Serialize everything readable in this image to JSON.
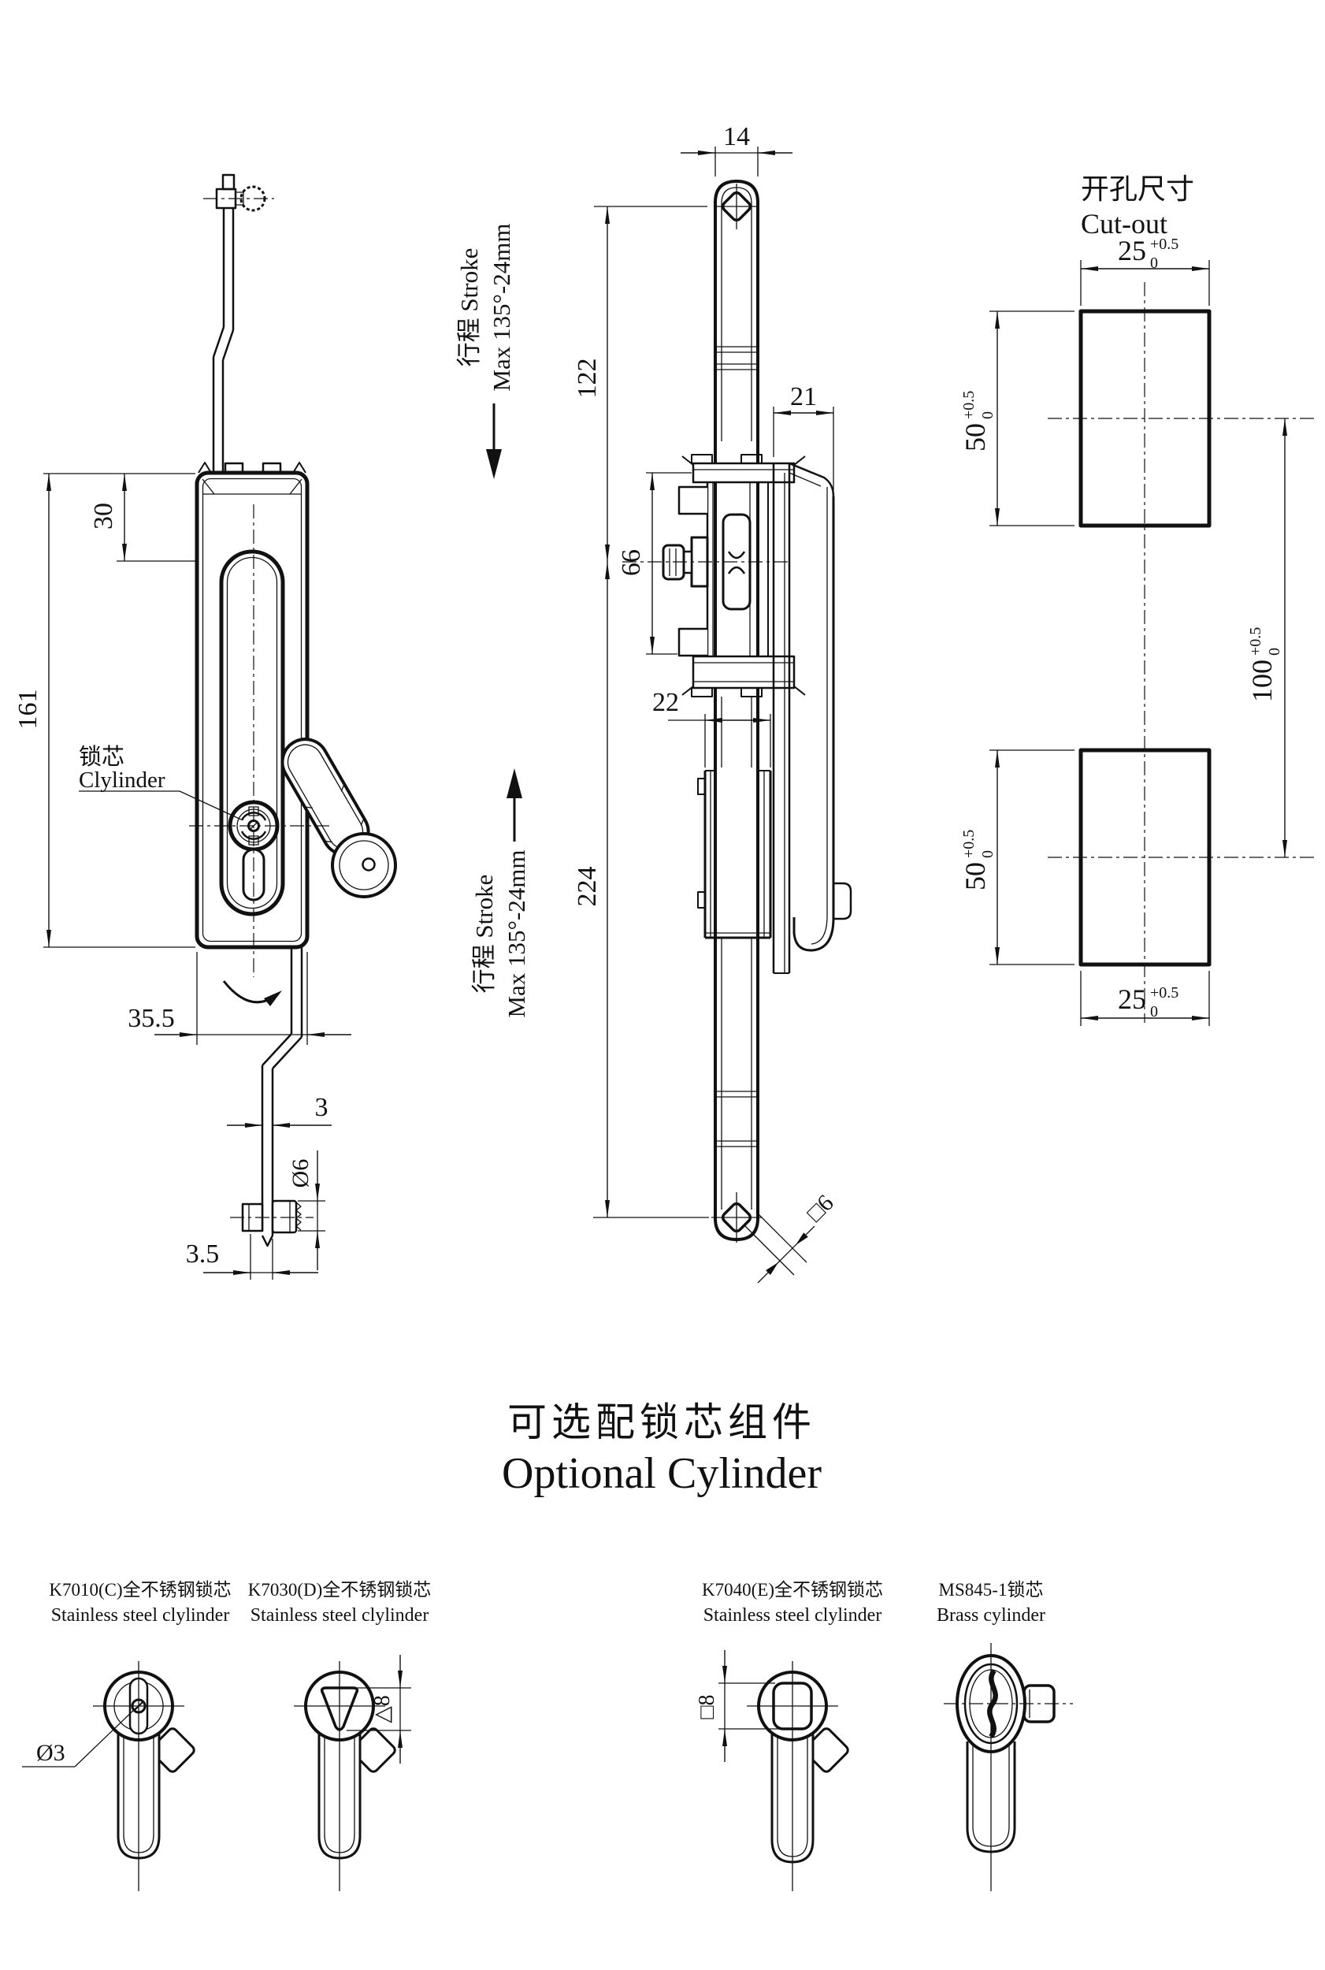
{
  "drawing": {
    "front_view": {
      "dim_top_offset": "30",
      "dim_body_height": "161",
      "dim_body_width": "35.5",
      "dim_rod_thickness": "3",
      "dim_roller_dia": "Ø6",
      "dim_tip_offset": "3.5",
      "cylinder_label_cn": "锁芯",
      "cylinder_label_en": "Clylinder"
    },
    "side_view": {
      "dim_rod_width": "14",
      "dim_upper_rod": "122",
      "dim_latch_depth": "21",
      "dim_clamp_height": "66",
      "dim_housing_width": "22",
      "dim_lower_rod": "224",
      "dim_square_hole": "□6"
    },
    "stroke_note": {
      "line1": "行程 Stroke",
      "line2": "Max 135°-24mm"
    },
    "cutout": {
      "title_cn": "开孔尺寸",
      "title_en": "Cut-out",
      "dim_w_top": {
        "v": "25",
        "up": "+0.5",
        "dn": "0"
      },
      "dim_h_top": {
        "v": "50",
        "up": "+0.5",
        "dn": "0"
      },
      "dim_span": {
        "v": "100",
        "up": "+0.5",
        "dn": "0"
      },
      "dim_h_bot": {
        "v": "50",
        "up": "+0.5",
        "dn": "0"
      },
      "dim_w_bot": {
        "v": "25",
        "up": "+0.5",
        "dn": "0"
      }
    },
    "optional": {
      "title_cn": "可选配锁芯组件",
      "title_en": "Optional Cylinder",
      "items": [
        {
          "name_cn": "K7010(C)全不锈钢锁芯",
          "name_en": "Stainless steel clylinder",
          "note": "Ø3"
        },
        {
          "name_cn": "K7030(D)全不锈钢锁芯",
          "name_en": "Stainless steel clylinder",
          "note": "△8"
        },
        {
          "name_cn": "K7040(E)全不锈钢锁芯",
          "name_en": "Stainless steel clylinder",
          "note": "□8"
        },
        {
          "name_cn": "MS845-1锁芯",
          "name_en": "Brass cylinder",
          "note": ""
        }
      ]
    }
  }
}
